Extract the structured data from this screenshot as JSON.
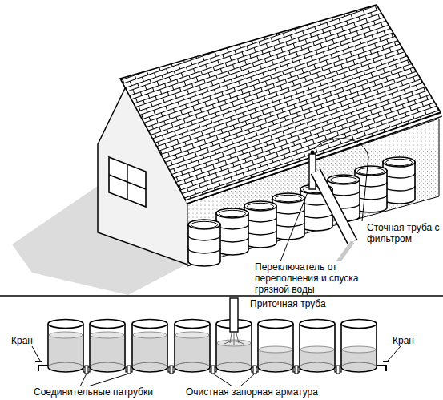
{
  "diagram": {
    "labels": [
      "Сточная труба с фильтром",
      "Переключатель от переполнения и спуска грязной воды",
      "Приточная труба",
      "Кран",
      "Кран",
      "Соединительные патрубки",
      "Очистная запорная арматура"
    ]
  }
}
